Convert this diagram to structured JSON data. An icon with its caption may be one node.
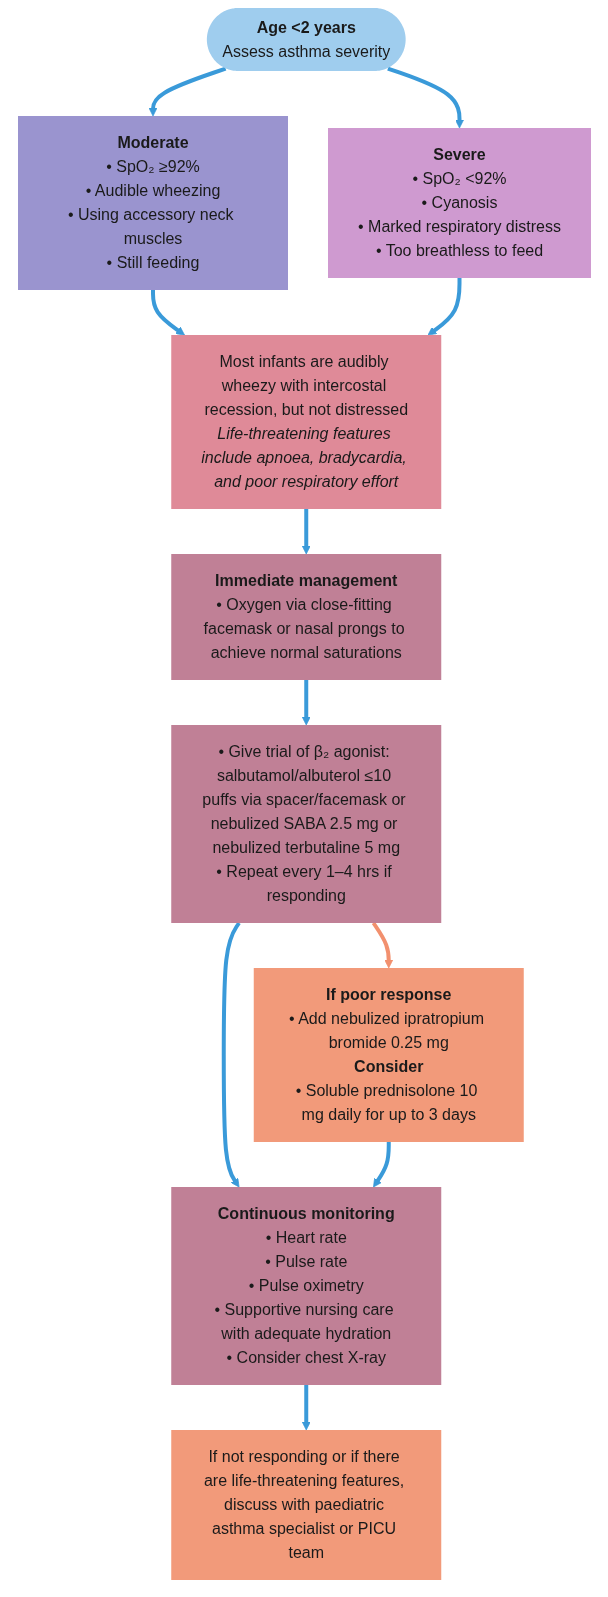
{
  "diagram": {
    "nodes": [
      {
        "text": [
          "Age <2 years",
          "Assess asthma severity"
        ]
      },
      {
        "text": [
          "Moderate",
          "• SpO₂ ≥92%",
          "• Audible wheezing",
          "• Using accessory neck muscles",
          "• Still feeding"
        ]
      },
      {
        "text": [
          "Severe",
          "• SpO₂ <92%",
          "• Cyanosis",
          "• Marked respiratory distress",
          "• Too breathless to feed"
        ]
      },
      {
        "text": [
          "Most infants are audibly wheezy with intercostal recession, but not distressed",
          "Life-threatening features include apnoea, bradycardia, and poor respiratory effort"
        ]
      },
      {
        "text": [
          "Immediate management",
          "• Oxygen via close-fitting facemask or nasal prongs to achieve normal saturations"
        ]
      },
      {
        "text": [
          "• Give trial of β₂ agonist: salbutamol/albuterol ≤10 puffs via spacer/facemask or nebulized SABA 2.5 mg or nebulized terbutaline 5 mg",
          "• Repeat every 1–4 hrs if responding"
        ]
      },
      {
        "text": [
          "If poor response",
          "• Add nebulized ipratropium bromide 0.25 mg",
          "Consider",
          "• Soluble prednisolone 10 mg daily for up to 3 days"
        ]
      },
      {
        "text": [
          "Continuous monitoring",
          "• Heart rate",
          "• Pulse rate",
          "• Pulse oximetry",
          "• Supportive nursing care with adequate hydration",
          "• Consider chest X-ray"
        ]
      },
      {
        "text": [
          "If not responding or if there are life-threatening features, discuss with paediatric asthma specialist or PICU team"
        ]
      }
    ],
    "edges": [
      {
        "from": 0,
        "to": 1,
        "arrow": "to"
      },
      {
        "from": 0,
        "to": 2,
        "arrow": "to"
      },
      {
        "from": 1,
        "to": 3,
        "arrow": "to"
      },
      {
        "from": 2,
        "to": 3,
        "arrow": "to"
      },
      {
        "from": 3,
        "to": 4,
        "arrow": "to"
      },
      {
        "from": 4,
        "to": 5,
        "arrow": "to"
      },
      {
        "from": 5,
        "to": 6,
        "arrow": "to",
        "color": "#f2906e"
      },
      {
        "from": 5,
        "to": 7,
        "arrow": "to"
      },
      {
        "from": 6,
        "to": 7,
        "arrow": "to"
      },
      {
        "from": 7,
        "to": 8,
        "arrow": "to"
      }
    ]
  }
}
